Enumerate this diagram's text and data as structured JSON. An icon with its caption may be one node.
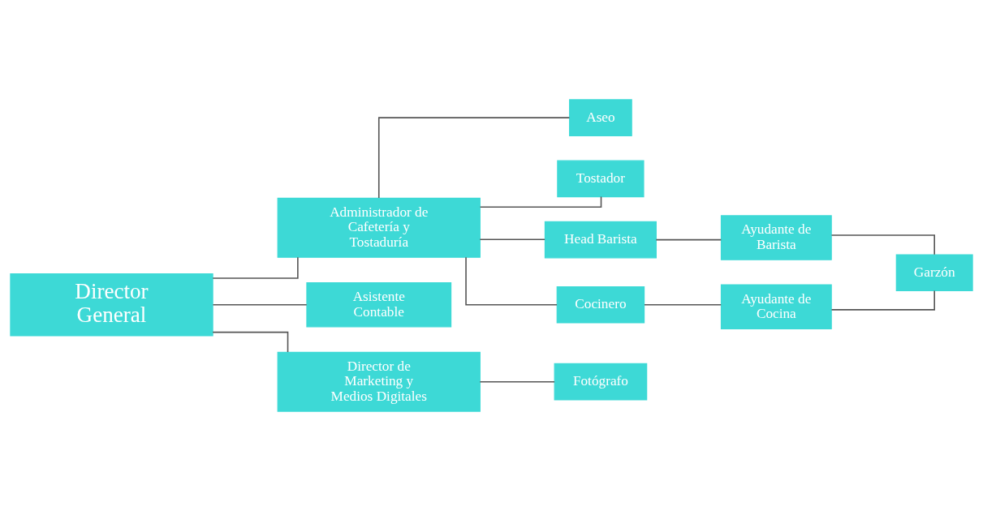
{
  "diagram": {
    "nodes": [
      {
        "text": [
          "Director General"
        ]
      },
      {
        "text": [
          "Administrador de Cafetería y Tostaduría"
        ]
      },
      {
        "text": [
          "Asistente Contable"
        ]
      },
      {
        "text": [
          "Director de Marketing y Medios Digitales"
        ]
      },
      {
        "text": [
          "Aseo"
        ]
      },
      {
        "text": [
          "Tostador"
        ]
      },
      {
        "text": [
          "Head Barista"
        ]
      },
      {
        "text": [
          "Cocinero"
        ]
      },
      {
        "text": [
          "Ayudante de Barista"
        ]
      },
      {
        "text": [
          "Ayudante de Cocina"
        ]
      },
      {
        "text": [
          "Garzón"
        ]
      },
      {
        "text": [
          "Fotógrafo"
        ]
      }
    ],
    "edges": [
      {
        "from": 0,
        "to": 1,
        "arrow": "none"
      },
      {
        "from": 0,
        "to": 2,
        "arrow": "none"
      },
      {
        "from": 0,
        "to": 3,
        "arrow": "none"
      },
      {
        "from": 1,
        "to": 4,
        "arrow": "none"
      },
      {
        "from": 1,
        "to": 5,
        "arrow": "none"
      },
      {
        "from": 1,
        "to": 6,
        "arrow": "none"
      },
      {
        "from": 1,
        "to": 7,
        "arrow": "none"
      },
      {
        "from": 6,
        "to": 8,
        "arrow": "none"
      },
      {
        "from": 7,
        "to": 9,
        "arrow": "none"
      },
      {
        "from": 8,
        "to": 10,
        "arrow": "none"
      },
      {
        "from": 9,
        "to": 10,
        "arrow": "none"
      },
      {
        "from": 3,
        "to": 11,
        "arrow": "none"
      }
    ]
  }
}
